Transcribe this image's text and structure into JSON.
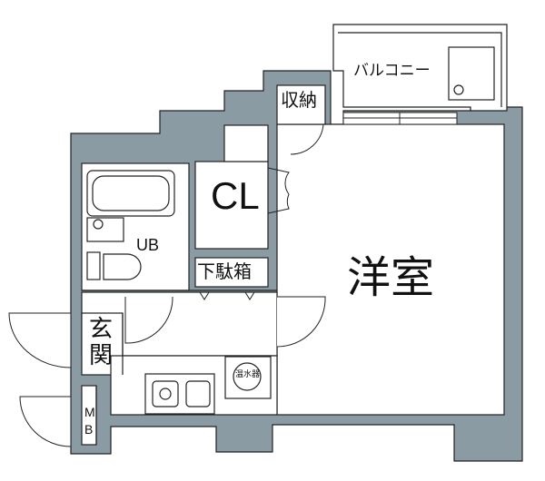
{
  "rooms": {
    "balcony": "バルコニー",
    "storage": "収納",
    "closet": "CL",
    "bath": "UB",
    "shoe_cabinet": "下駄箱",
    "western_room": "洋室",
    "entrance_1": "玄",
    "entrance_2": "関",
    "water_heater": "温水器",
    "meter_box_1": "M",
    "meter_box_2": "B"
  },
  "colors": {
    "wall": "#8a9ba3",
    "line": "#222222",
    "floor": "#ffffff"
  }
}
